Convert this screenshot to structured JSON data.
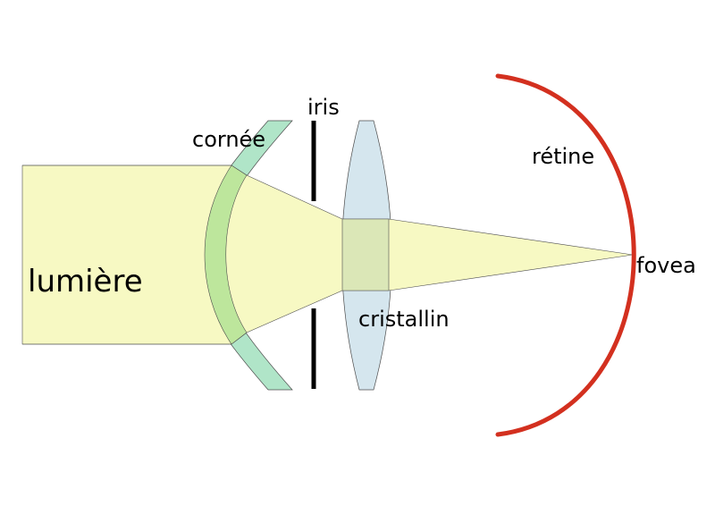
{
  "labels": {
    "lumiere": "lumière",
    "cornee": "cornée",
    "iris": "iris",
    "cristallin": "cristallin",
    "retine": "rétine",
    "fovea": "fovea"
  },
  "colors": {
    "light_beam": "#f7f9c3",
    "cornea": "#b0e5c8",
    "cornea_light_overlap": "#bde69c",
    "lens": "#d5e6ee",
    "lens_light_overlap": "#dbe7b7",
    "retina": "#d3301f",
    "iris": "#000000",
    "outline": "#4d4d4d"
  }
}
